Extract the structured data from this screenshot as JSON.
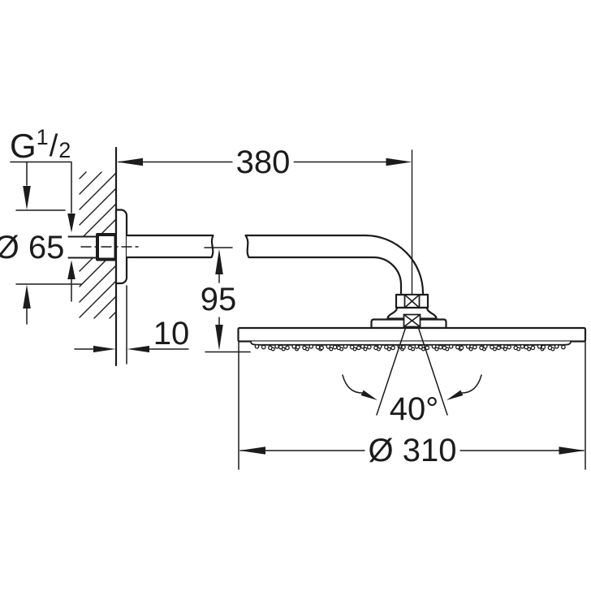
{
  "meta": {
    "background": "#ffffff",
    "line_color": "#1c1c1c",
    "description": "Technical installation drawing of a wall-mounted head shower with shower arm"
  },
  "labels": {
    "thread_size": {
      "base": "G",
      "numerator": "1",
      "slash": "/",
      "denominator": "2"
    },
    "flange_diameter": "Ø 65",
    "arm_projection": "380",
    "head_height": "95",
    "flange_depth": "10",
    "swivel_angle": "40°",
    "head_diameter": "Ø 310"
  }
}
